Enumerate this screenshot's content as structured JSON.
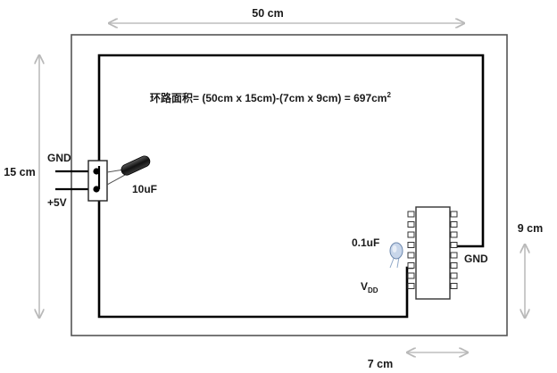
{
  "diagram": {
    "dimensions": {
      "board_width": "50 cm",
      "board_height": "15 cm",
      "inner_height": "9 cm",
      "inner_width": "7 cm"
    },
    "formula": {
      "text": "环路面积= (50cm x 15cm)-(7cm x 9cm) = 697cm",
      "superscript": "2"
    },
    "connector": {
      "gnd_label": "GND",
      "plus5v_label": "+5V"
    },
    "components": {
      "big_cap_label": "10uF",
      "small_cap_label": "0.1uF",
      "vdd_label": "V",
      "vdd_subscript": "DD",
      "chip_gnd_label": "GND"
    },
    "colors": {
      "trace": "#000000",
      "outline": "#555555",
      "arrow": "#bdbdbd",
      "capacitor": "#222222",
      "small_capacitor": "#8fa8c8"
    },
    "chip": {
      "pins_per_side": 8
    }
  }
}
